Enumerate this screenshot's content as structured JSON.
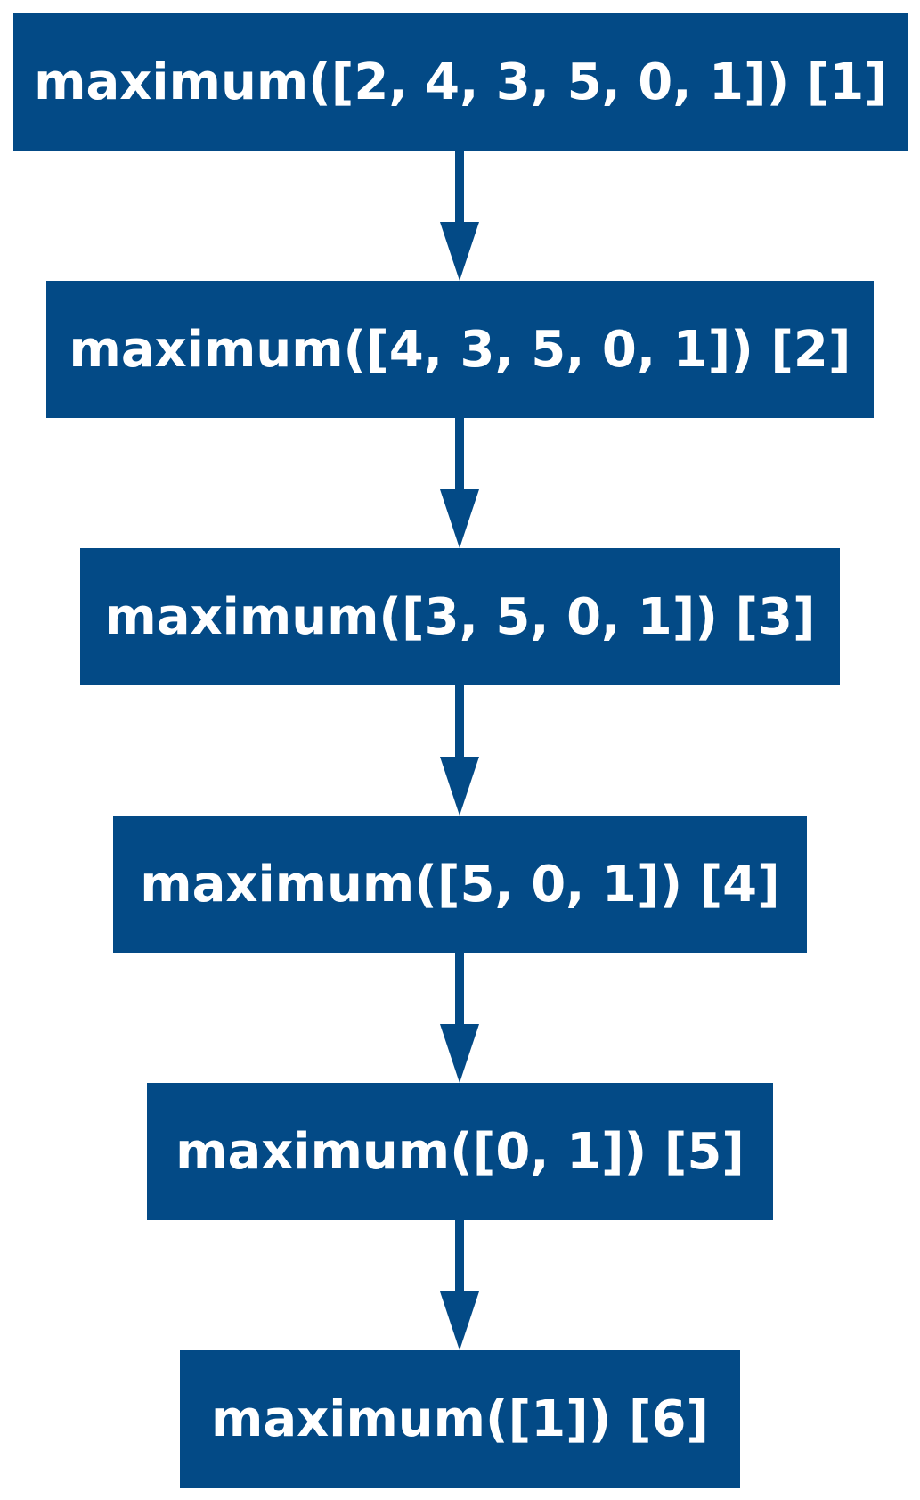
{
  "diagram": {
    "colors": {
      "node_fill": "#034a86",
      "node_text": "#ffffff",
      "edge": "#034a86",
      "background": "#ffffff"
    },
    "nodes": [
      {
        "id": "n1",
        "label": "maximum([2, 4, 3, 5, 0, 1]) [1]"
      },
      {
        "id": "n2",
        "label": "maximum([4, 3, 5, 0, 1]) [2]"
      },
      {
        "id": "n3",
        "label": "maximum([3, 5, 0, 1]) [3]"
      },
      {
        "id": "n4",
        "label": "maximum([5, 0, 1]) [4]"
      },
      {
        "id": "n5",
        "label": "maximum([0, 1]) [5]"
      },
      {
        "id": "n6",
        "label": "maximum([1]) [6]"
      }
    ],
    "edges": [
      {
        "from": "n1",
        "to": "n2"
      },
      {
        "from": "n2",
        "to": "n3"
      },
      {
        "from": "n3",
        "to": "n4"
      },
      {
        "from": "n4",
        "to": "n5"
      },
      {
        "from": "n5",
        "to": "n6"
      }
    ]
  }
}
